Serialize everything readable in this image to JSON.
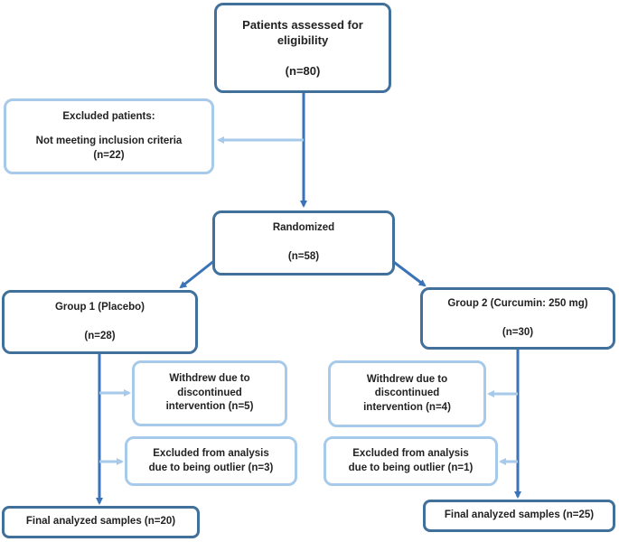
{
  "flowchart": {
    "eligibility": {
      "line1": "Patients assessed for",
      "line2": "eligibility",
      "count": "(n=80)"
    },
    "excluded": {
      "title": "Excluded patients:",
      "reason": "Not meeting inclusion criteria",
      "count": "(n=22)"
    },
    "randomized": {
      "title": "Randomized",
      "count": "(n=58)"
    },
    "group1": {
      "title": "Group 1 (Placebo)",
      "count": "(n=28)",
      "withdrew": {
        "line1": "Withdrew due to",
        "line2": "discontinued",
        "line3": "intervention (n=5)"
      },
      "outlier": {
        "line1": "Excluded from analysis",
        "line2": "due to being outlier (n=3)"
      },
      "final": "Final analyzed samples (n=20)"
    },
    "group2": {
      "title": "Group 2 (Curcumin: 250 mg)",
      "count": "(n=30)",
      "withdrew": {
        "line1": "Withdrew due to",
        "line2": "discontinued",
        "line3": "intervention (n=4)"
      },
      "outlier": {
        "line1": "Excluded from analysis",
        "line2": "due to being outlier (n=1)"
      },
      "final": "Final analyzed samples (n=25)"
    }
  },
  "colors": {
    "main_border": "#41709b",
    "side_border": "#a7caea",
    "main_arrow": "#3a73b8",
    "side_arrow": "#a7caea"
  }
}
